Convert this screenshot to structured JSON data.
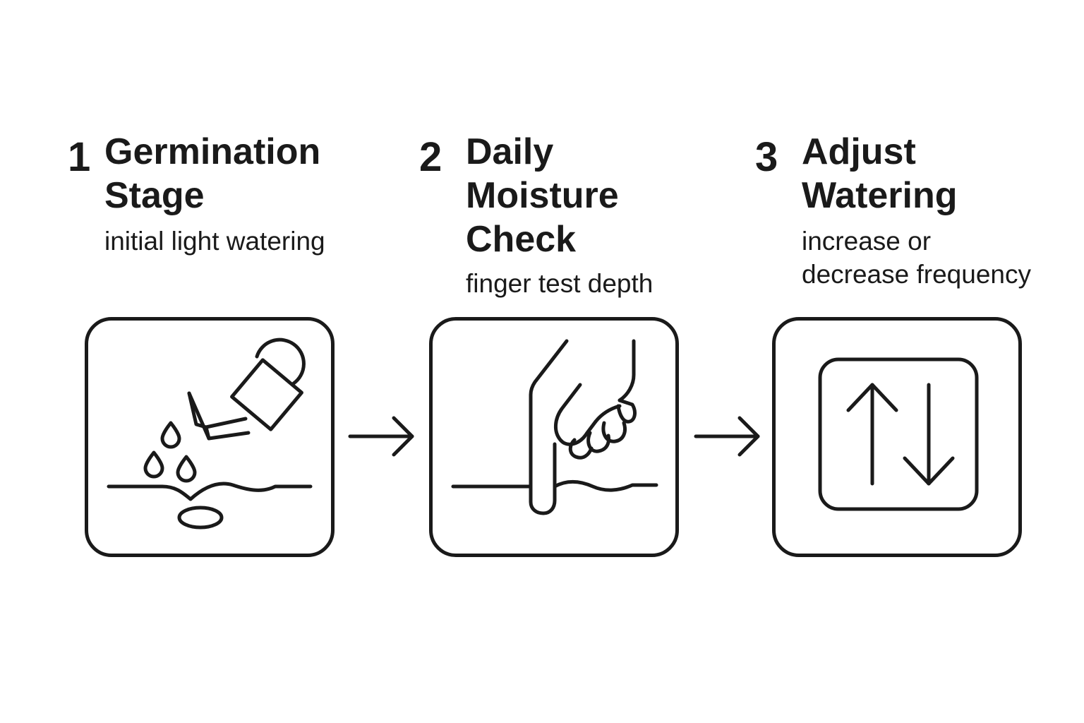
{
  "steps": [
    {
      "number": "1",
      "title_lines": [
        "Germination",
        "Stage"
      ],
      "subtitle_lines": [
        "initial light watering"
      ],
      "icon": "watering-can-icon"
    },
    {
      "number": "2",
      "title_lines": [
        "Daily",
        "Moisture",
        "Check"
      ],
      "subtitle_lines": [
        "finger test depth"
      ],
      "icon": "finger-in-soil-icon"
    },
    {
      "number": "3",
      "title_lines": [
        "Adjust",
        "Watering"
      ],
      "subtitle_lines": [
        "increase or",
        "decrease frequency"
      ],
      "icon": "up-down-arrows-icon"
    }
  ],
  "connectors": [
    "right-arrow-icon",
    "right-arrow-icon"
  ],
  "colors": {
    "ink": "#1a1a1a",
    "background": "#ffffff"
  }
}
